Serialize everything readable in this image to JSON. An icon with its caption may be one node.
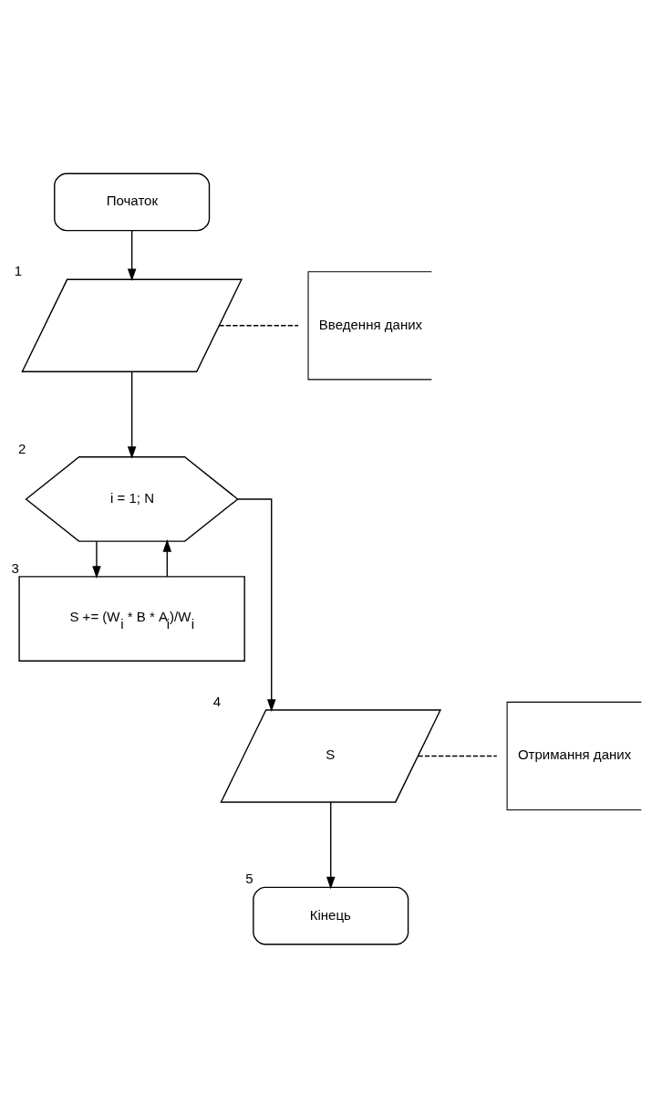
{
  "diagram": {
    "nodes": [
      {
        "text": [
          "Початок"
        ]
      },
      {
        "text": [],
        "shape": "parallelogram",
        "beside": [
          "1"
        ]
      },
      {
        "text": [
          "Введення даних"
        ]
      },
      {
        "text": [
          "i = 1; N"
        ],
        "beside": [
          "2"
        ]
      },
      {
        "text": [
          "S += (W$_{i}$ * B * A$_{i}$)/W$_{i}$"
        ],
        "beside": [
          "3"
        ]
      },
      {
        "text": [
          "S"
        ],
        "beside": [
          "4"
        ]
      },
      {
        "text": [
          "Отримання даних"
        ]
      },
      {
        "text": [
          "Кінець"
        ],
        "beside": [
          "5"
        ]
      }
    ],
    "edges": [
      {
        "from": 0,
        "to": 1,
        "arrow": "to"
      },
      {
        "from": 1,
        "to": 2,
        "arrow": "none",
        "style": "dashed"
      },
      {
        "from": 1,
        "to": 3,
        "arrow": "to"
      },
      {
        "from": 3,
        "to": 4,
        "arrow": "to"
      },
      {
        "from": 4,
        "to": 3,
        "arrow": "to"
      },
      {
        "from": 3,
        "to": 5,
        "arrow": "to"
      },
      {
        "from": 5,
        "to": 6,
        "arrow": "none",
        "style": "dashed"
      },
      {
        "from": 5,
        "to": 7,
        "arrow": "to"
      }
    ]
  }
}
